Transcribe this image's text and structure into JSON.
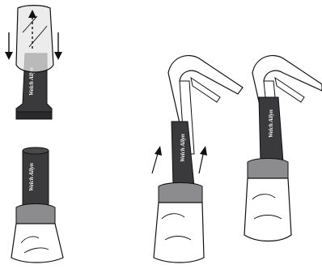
{
  "brand_label_1": "Welch Allyn",
  "brand_label_2": "Welch Allyn",
  "brand_label_3": "Welch Allyn",
  "brand_label_4": "Welch Allyn",
  "colors": {
    "line": "#111111",
    "handle_dark": "#3a3a3c",
    "handle_shade": "#2a2a2c",
    "sleeve_gray": "#8c8c8e",
    "sleeve_light": "#b9b9bb",
    "sheath_light": "#e6e6e6"
  },
  "icons": {
    "down_arrows": "arrow-down-icon",
    "up_arrows": "arrow-up-icon",
    "remove_arrow": "arrow-up-dashed-icon"
  }
}
